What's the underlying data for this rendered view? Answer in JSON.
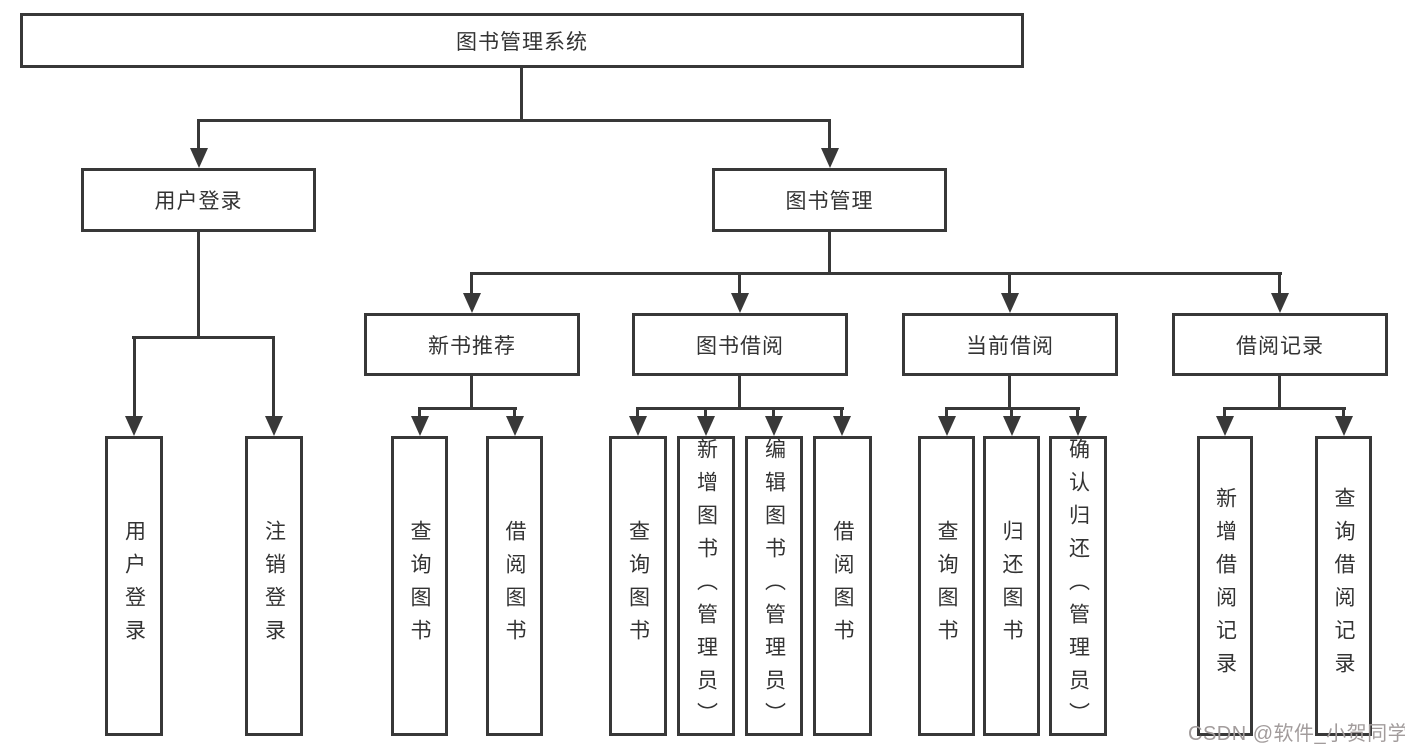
{
  "diagram": {
    "type": "hierarchy-tree",
    "colors": {
      "line": "#383838",
      "box_border": "#383838",
      "text": "#333333",
      "background": "#ffffff",
      "watermark": "#a29c9c"
    },
    "nodes": {
      "root": {
        "label": "图书管理系统"
      },
      "level1": [
        {
          "label": "用户登录"
        },
        {
          "label": "图书管理"
        }
      ],
      "level2": [
        {
          "label": "新书推荐"
        },
        {
          "label": "图书借阅"
        },
        {
          "label": "当前借阅"
        },
        {
          "label": "借阅记录"
        }
      ],
      "leaves": [
        {
          "label": "用户登录",
          "parent": "用户登录"
        },
        {
          "label": "注销登录",
          "parent": "用户登录"
        },
        {
          "label": "查询图书",
          "parent": "新书推荐"
        },
        {
          "label": "借阅图书",
          "parent": "新书推荐"
        },
        {
          "label": "查询图书",
          "parent": "图书借阅"
        },
        {
          "label": "新增图书（管理员）",
          "parent": "图书借阅"
        },
        {
          "label": "编辑图书（管理员）",
          "parent": "图书借阅"
        },
        {
          "label": "借阅图书",
          "parent": "图书借阅"
        },
        {
          "label": "查询图书",
          "parent": "当前借阅"
        },
        {
          "label": "归还图书",
          "parent": "当前借阅"
        },
        {
          "label": "确认归还（管理员）",
          "parent": "当前借阅"
        },
        {
          "label": "新增借阅记录",
          "parent": "借阅记录"
        },
        {
          "label": "查询借阅记录",
          "parent": "借阅记录"
        }
      ]
    },
    "watermark": {
      "text": "CSDN @软件_小贺同学"
    }
  }
}
